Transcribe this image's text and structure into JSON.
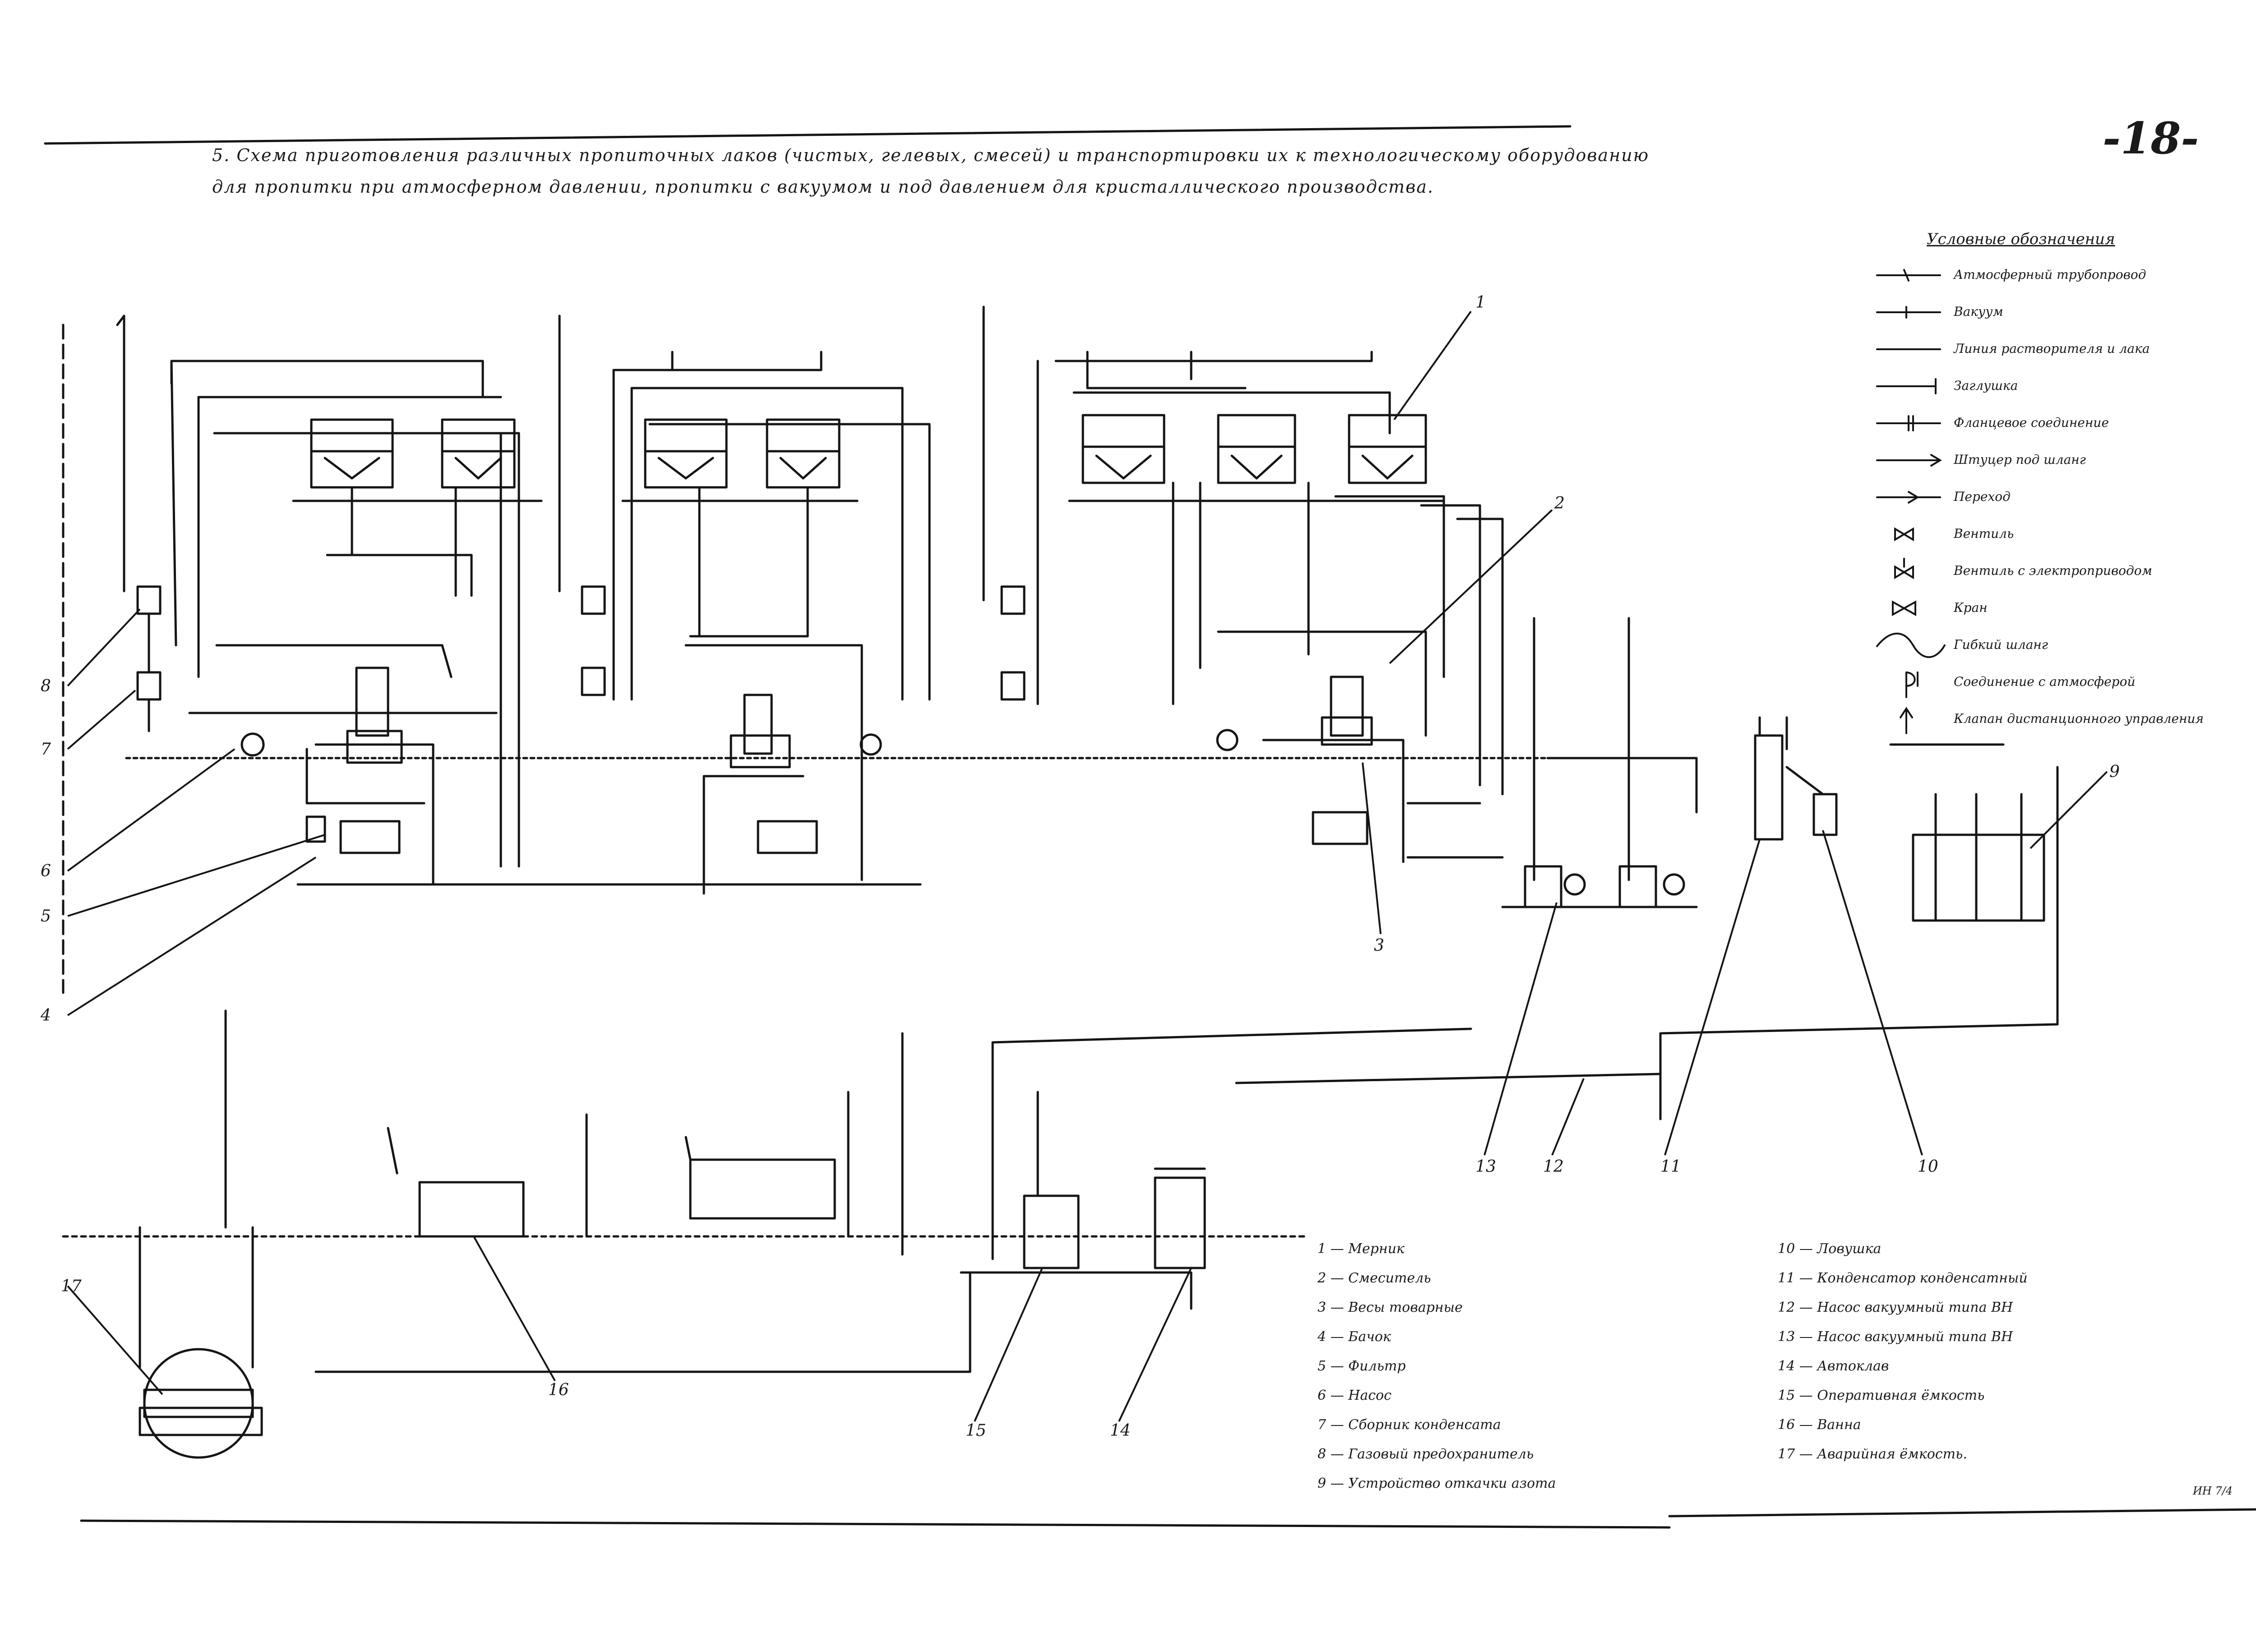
{
  "page_number": "-18-",
  "title_line_1": "5. Схема приготовления различных пропиточных лаков (чистых, гелевых, смесей) и транспортировки их к технологическому оборудованию",
  "title_line_2": "для пропитки при атмосферном давлении, пропитки с вакуумом и под давлением для кристаллического производства.",
  "legend": {
    "heading": "Условные обозначения",
    "items": [
      "Атмосферный трубопровод",
      "Вакуум",
      "Линия растворителя и лака",
      "Заглушка",
      "Фланцевое соединение",
      "Штуцер под шланг",
      "Переход",
      "Вентиль",
      "Вентиль с электроприводом",
      "Кран",
      "Гибкий шланг",
      "Соединение с атмосферой",
      "Клапан дистанционного управления"
    ]
  },
  "explication_left": [
    "1 — Мерник",
    "2 — Смеситель",
    "3 — Весы товарные",
    "4 — Бачок",
    "5 — Фильтр",
    "6 — Насос",
    "7 — Сборник конденсата",
    "8 — Газовый предохранитель",
    "9 — Устройство откачки азота"
  ],
  "explication_right": [
    "10 — Ловушка",
    "11 — Конденсатор конденсатный",
    "12 — Насос вакуумный типа ВН",
    "13 — Насос вакуумный типа ВН",
    "14 — Автоклав",
    "15 — Оперативная ёмкость",
    "16 — Ванна",
    "17 — Аварийная ёмкость."
  ],
  "callouts": {
    "c1": "1",
    "c2": "2",
    "c3": "3",
    "c4": "4",
    "c5": "5",
    "c6": "6",
    "c7": "7",
    "c8": "8",
    "c9": "9",
    "c10": "10",
    "c11": "11",
    "c12": "12",
    "c13": "13",
    "c14": "14",
    "c15": "15",
    "c16": "16",
    "c17": "17"
  },
  "stamp": "ИН 7/4"
}
